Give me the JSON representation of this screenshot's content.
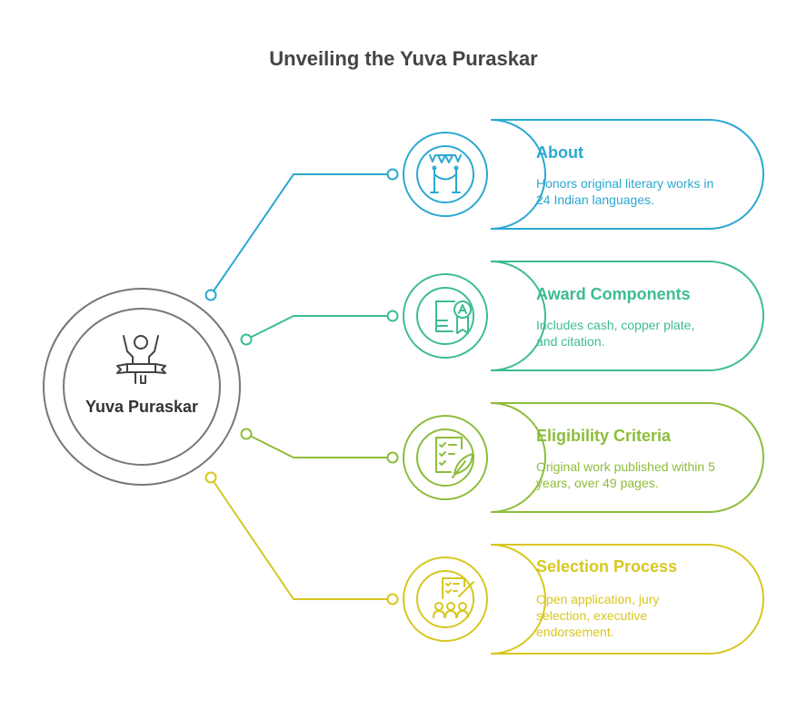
{
  "title": "Unveiling the Yuva Puraskar",
  "center": {
    "label": "Yuva Puraskar",
    "icon": "winner-ribbon-icon",
    "color": "#777777"
  },
  "items": [
    {
      "title": "About",
      "description": "Honors original literary works in 24 Indian languages.",
      "icon": "ceremony-bunting-icon",
      "color": "#2BA8D1"
    },
    {
      "title": "Award Components",
      "description": "Includes cash, copper plate, and citation.",
      "icon": "certificate-rosette-icon",
      "color": "#3DBD8D"
    },
    {
      "title": "Eligibility Criteria",
      "description": "Original work published within 5 years, over 49 pages.",
      "icon": "checklist-quill-icon",
      "color": "#8DBD3A"
    },
    {
      "title": "Selection Process",
      "description": "Open application, jury selection, executive endorsement.",
      "icon": "jury-checklist-icon",
      "color": "#D7C71F"
    }
  ]
}
